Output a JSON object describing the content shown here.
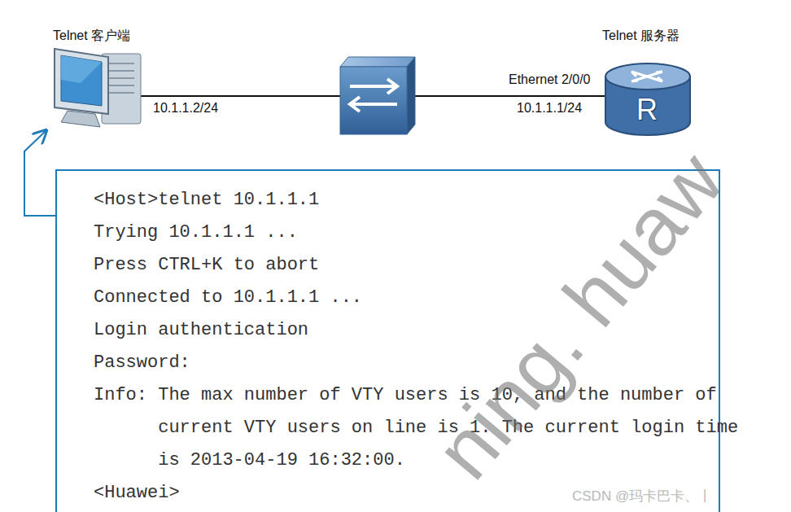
{
  "diagram": {
    "nodes": [
      {
        "text": [
          "Telnet 客户端"
        ]
      },
      {
        "text": [
          "Telnet 服务器",
          "R"
        ]
      },
      {
        "text": [
          "<Host>telnet 10.1.1.1",
          "Trying 10.1.1.1 ...",
          "Press CTRL+K to abort",
          "Connected to 10.1.1.1 ...",
          "Login authentication",
          "Password:",
          "Info: The max number of VTY users is 10, and the number of current VTY users on line is 1. The current login time is 2013-04-19 16:32:00.",
          "<Huawei>"
        ]
      }
    ],
    "edges": [
      {
        "from": 2,
        "to": 0,
        "arrow": "to"
      }
    ],
    "labels": [
      "10.1.1.2/24",
      "Ethernet 2/0/0",
      "10.1.1.1/24",
      "ning. huaw",
      "CSDN @玛卡巴卡、丨"
    ]
  }
}
